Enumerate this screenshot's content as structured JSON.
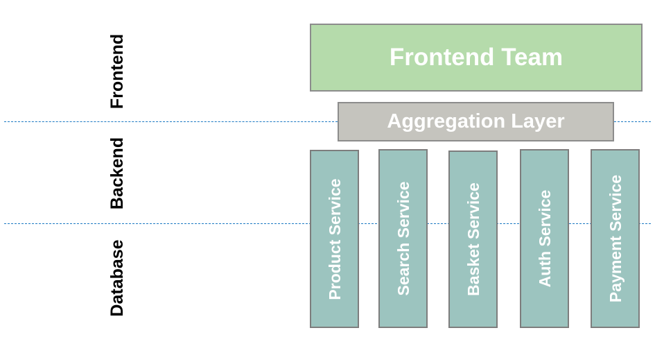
{
  "tiers": {
    "frontend": "Frontend",
    "backend": "Backend",
    "database": "Database"
  },
  "frontend_team": "Frontend Team",
  "aggregation_layer": "Aggregation Layer",
  "services": [
    "Product Service",
    "Search Service",
    "Basket Service",
    "Auth Service",
    "Payment Service"
  ],
  "colors": {
    "frontend_fill": "#b5dbab",
    "aggregation_fill": "#c5c4be",
    "service_fill": "#9cc4bf",
    "divider": "#1a78c2",
    "box_text": "#ffffff"
  }
}
